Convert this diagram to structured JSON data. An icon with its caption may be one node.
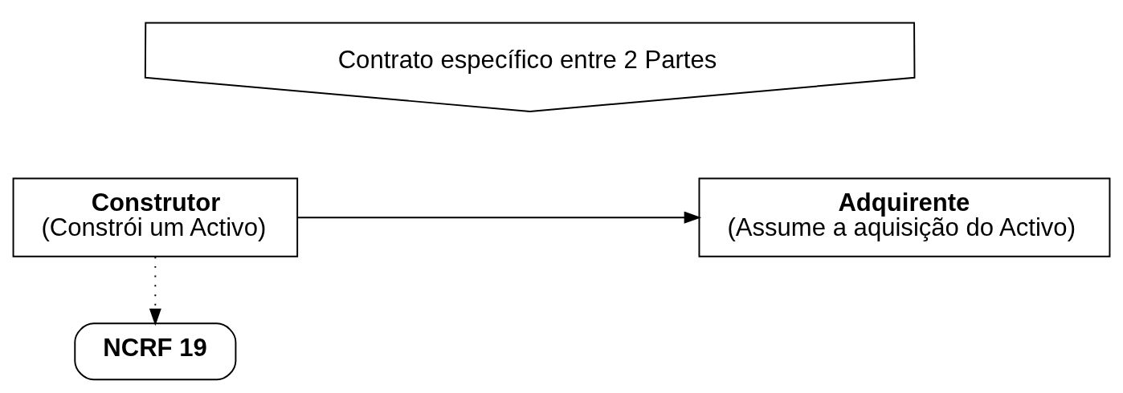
{
  "diagram": {
    "nodes": [
      {
        "text": [
          "Contrato específico entre 2 Partes"
        ]
      },
      {
        "text": [
          "Construtor",
          "(Constrói um Activo)"
        ]
      },
      {
        "text": [
          "Adquirente",
          "(Assume a aquisição do Activo)"
        ]
      },
      {
        "text": [
          "NCRF 19"
        ]
      }
    ],
    "edges": [
      {
        "from": 1,
        "to": 2,
        "arrow": "to"
      },
      {
        "from": 1,
        "to": 3,
        "arrow": "to",
        "style": "dashed"
      }
    ]
  }
}
